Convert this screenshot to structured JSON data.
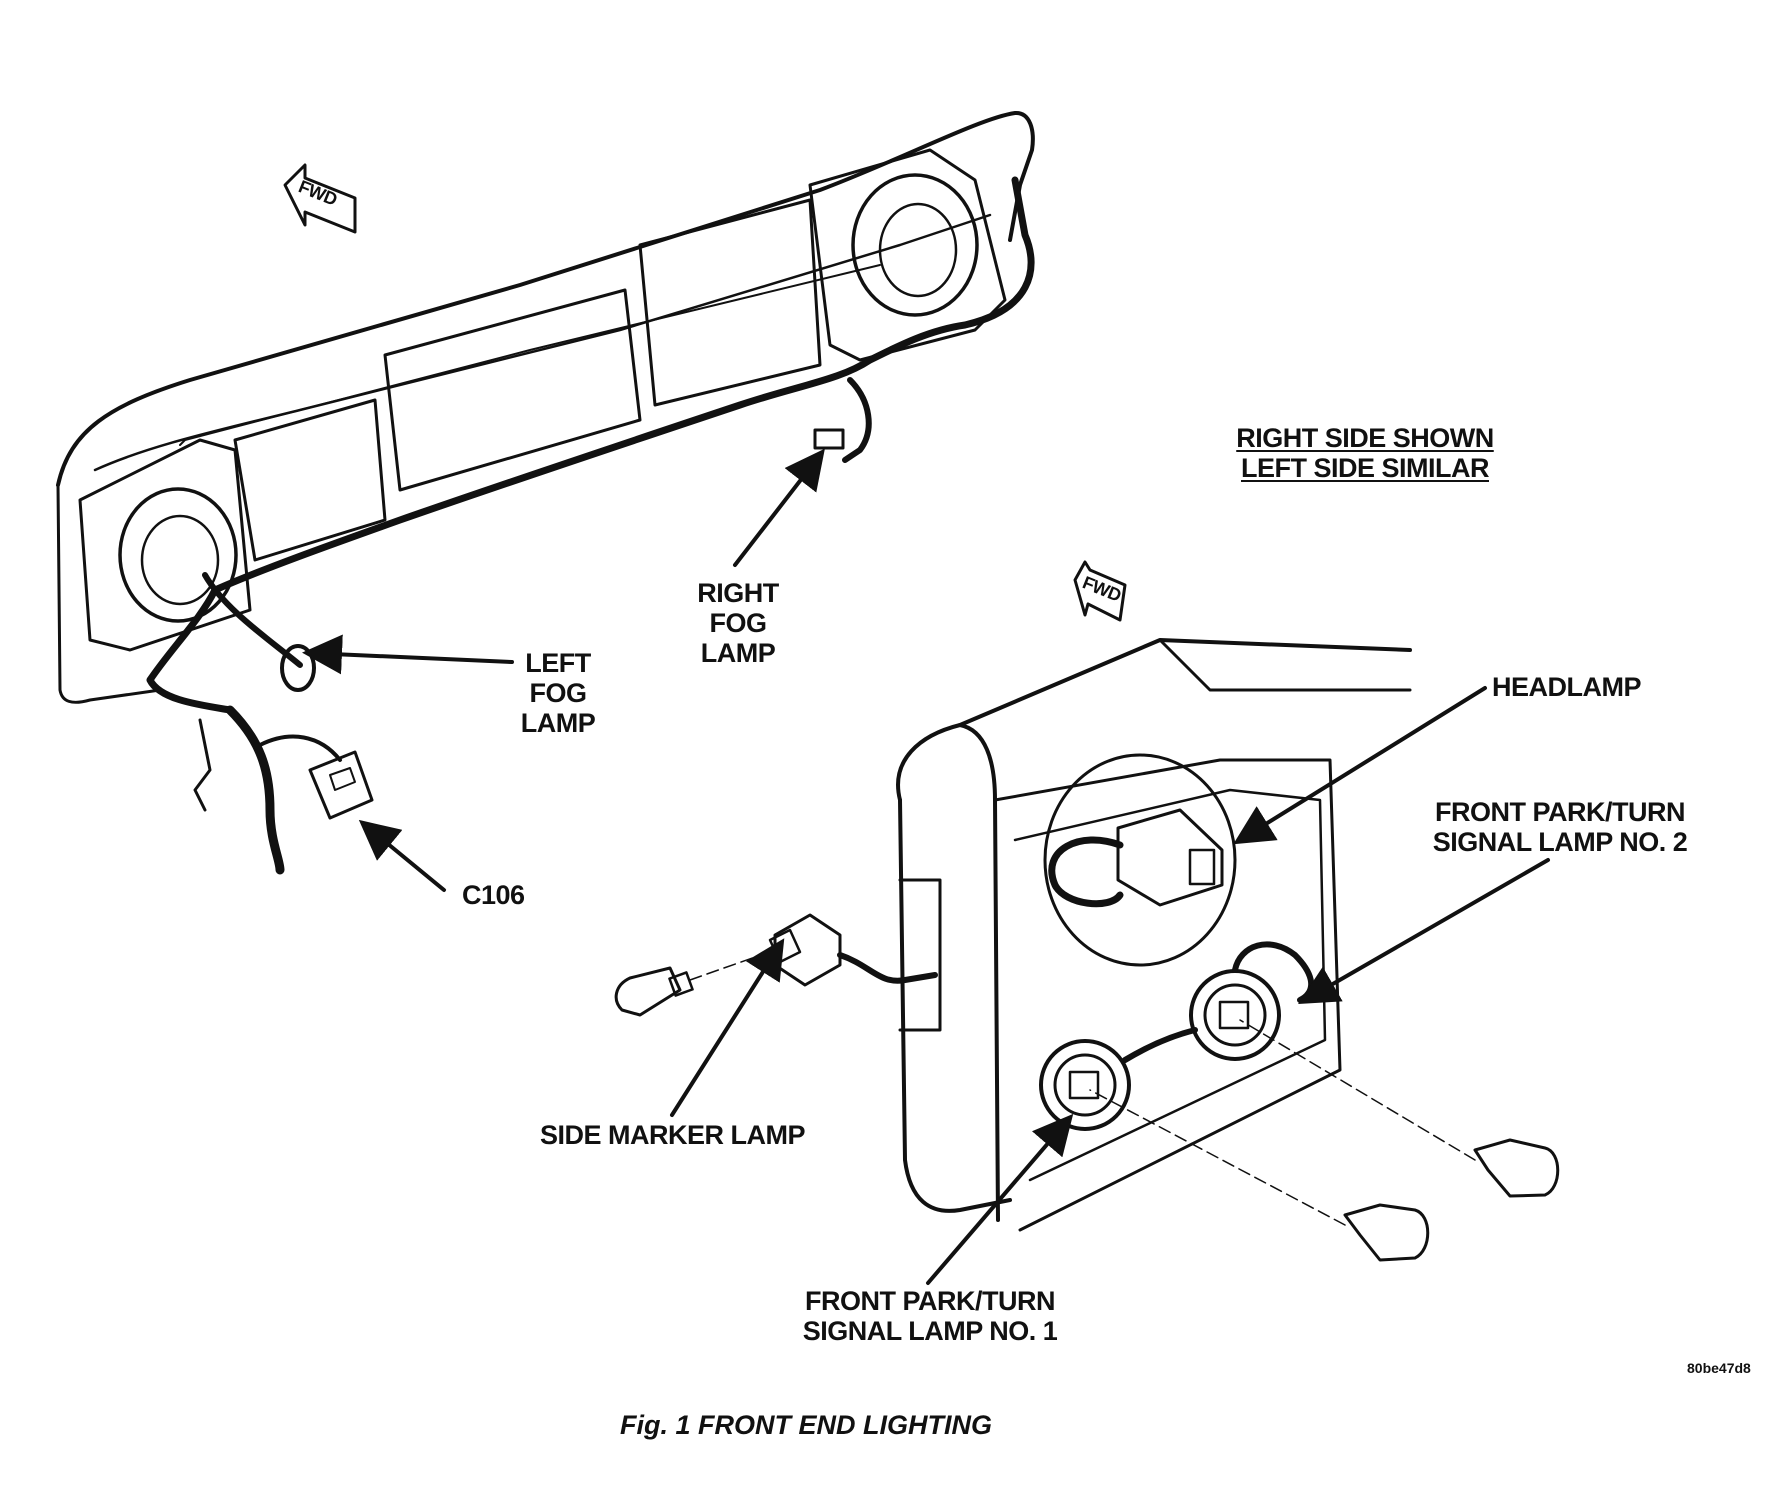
{
  "figure": {
    "caption": "Fig. 1 FRONT END LIGHTING",
    "image_code": "80be47d8",
    "note": [
      "RIGHT SIDE SHOWN",
      "LEFT SIDE SIMILAR"
    ],
    "fwd_label": "FWD",
    "labels": {
      "left_fog": [
        "LEFT",
        "FOG",
        "LAMP"
      ],
      "right_fog": [
        "RIGHT",
        "FOG",
        "LAMP"
      ],
      "c106": "C106",
      "headlamp": "HEADLAMP",
      "park_turn_2": [
        "FRONT PARK/TURN",
        "SIGNAL LAMP NO. 2"
      ],
      "side_marker": "SIDE MARKER LAMP",
      "park_turn_1": [
        "FRONT PARK/TURN",
        "SIGNAL LAMP NO. 1"
      ]
    }
  },
  "colors": {
    "ink": "#111111",
    "paper": "#ffffff"
  }
}
